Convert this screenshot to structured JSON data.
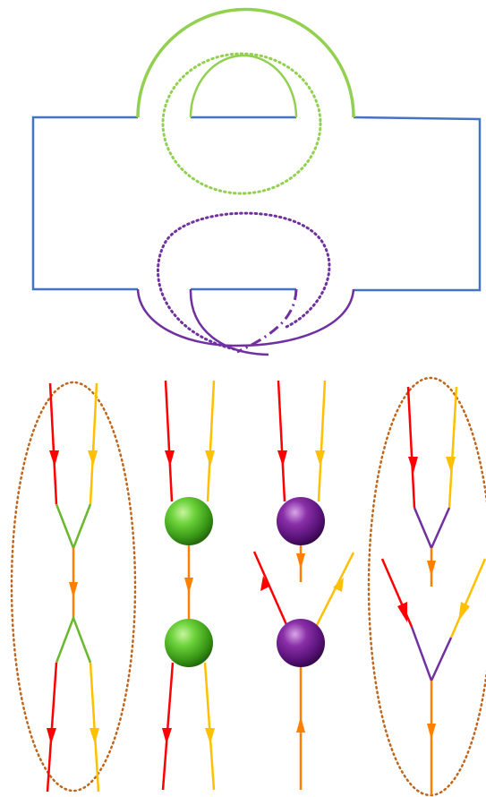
{
  "colors": {
    "blue": "#4472c4",
    "green": "#92d050",
    "purple": "#7030a0",
    "red": "#ff0000",
    "yellow": "#ffc000",
    "orange": "#ff7f00",
    "brown": "#c0651c",
    "sphere_green": "#55b52a",
    "sphere_purple": "#6b1f86"
  },
  "top_figure": {
    "description_items": [
      "outer-blue-frame",
      "green-handle-solid",
      "green-circle-dotted",
      "green-arc-inner",
      "purple-handle-solid",
      "purple-circle-dotted",
      "purple-dashdot-segment"
    ]
  },
  "bottom_figure": {
    "panels": [
      {
        "name": "green-vertex-diagram",
        "encircled": true
      },
      {
        "name": "green-sphere-diagram",
        "encircled": false
      },
      {
        "name": "purple-sphere-diagram",
        "encircled": false
      },
      {
        "name": "purple-vertex-diagram",
        "encircled": true
      }
    ]
  }
}
